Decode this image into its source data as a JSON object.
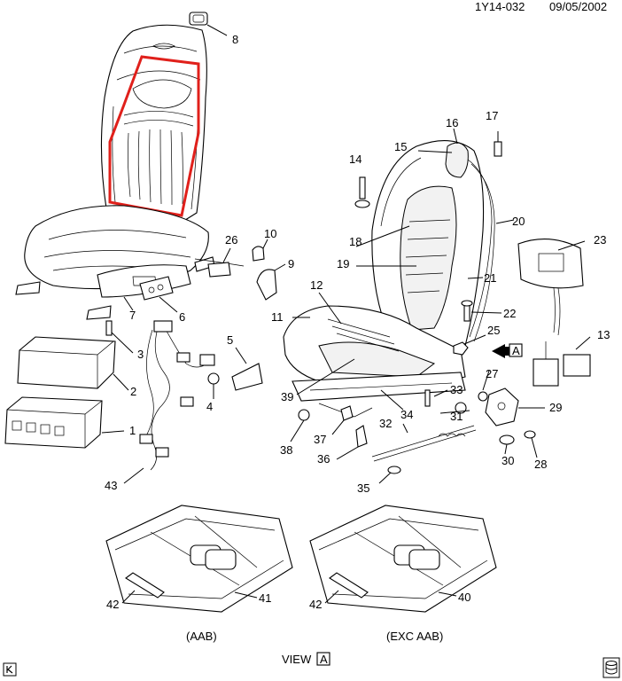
{
  "header": {
    "code": "1Y14-032",
    "date": "09/05/2002"
  },
  "highlight_color": "#e0201b",
  "callouts": {
    "c1": "1",
    "c2": "2",
    "c3": "3",
    "c4": "4",
    "c5": "5",
    "c6": "6",
    "c7": "7",
    "c8": "8",
    "c9": "9",
    "c10": "10",
    "c11": "11",
    "c12": "12",
    "c13": "13",
    "c14": "14",
    "c15": "15",
    "c16": "16",
    "c17": "17",
    "c18": "18",
    "c19": "19",
    "c20": "20",
    "c21": "21",
    "c22": "22",
    "c23": "23",
    "c25": "25",
    "c26": "26",
    "c27": "27",
    "c28": "28",
    "c29": "29",
    "c30": "30",
    "c31": "31",
    "c32": "32",
    "c33": "33",
    "c34": "34",
    "c35": "35",
    "c36": "36",
    "c37": "37",
    "c38": "38",
    "c39": "39",
    "c40": "40",
    "c41": "41",
    "c42a": "42",
    "c42b": "42",
    "c43": "43"
  },
  "view_marker": "A",
  "captions": {
    "left_track": "(AAB)",
    "right_track": "(EXC AAB)",
    "view": "VIEW"
  },
  "footer": {
    "left_icon": "k-icon",
    "right_icon": "database-icon"
  }
}
